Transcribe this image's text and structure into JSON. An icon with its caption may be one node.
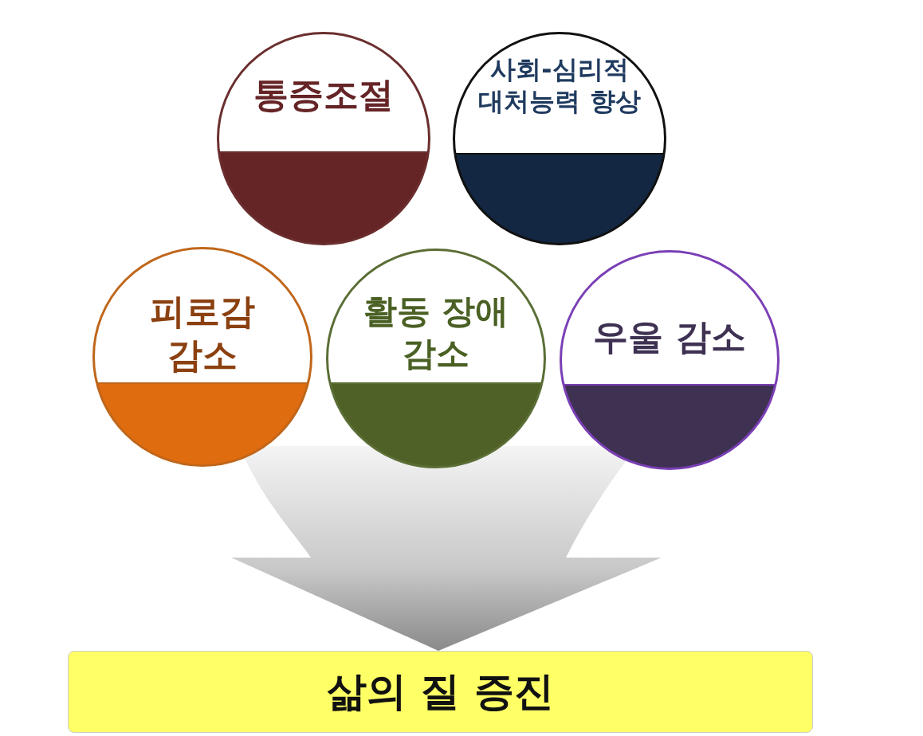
{
  "diagram": {
    "nodes": [
      {
        "text": [
          "통증조절"
        ]
      },
      {
        "text": [
          "사회-심리적 대처능력 향상"
        ]
      },
      {
        "text": [
          "피로감 감소"
        ]
      },
      {
        "text": [
          "활동 장애 감소"
        ]
      },
      {
        "text": [
          "우울 감소"
        ]
      },
      {
        "text": [
          "삶의 질 증진"
        ]
      }
    ],
    "edges": [
      {
        "from": 0,
        "to": 5,
        "arrow": "to"
      },
      {
        "from": 1,
        "to": 5,
        "arrow": "to"
      },
      {
        "from": 2,
        "to": 5,
        "arrow": "to"
      },
      {
        "from": 3,
        "to": 5,
        "arrow": "to"
      },
      {
        "from": 4,
        "to": 5,
        "arrow": "to"
      }
    ]
  }
}
